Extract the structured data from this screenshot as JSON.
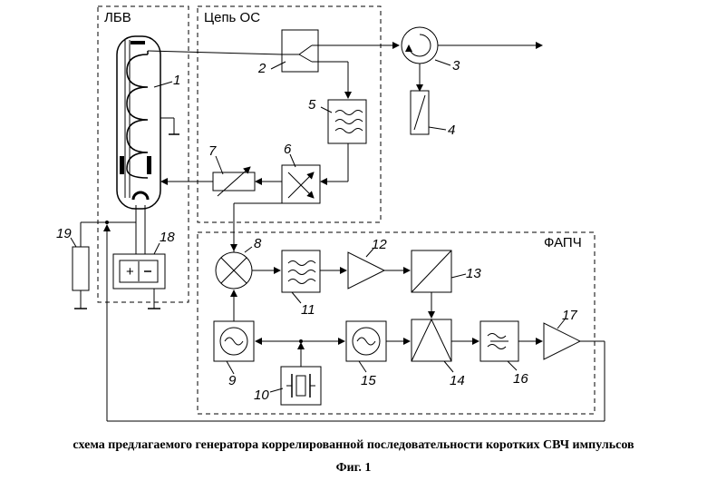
{
  "labels": {
    "lbv": "ЛБВ",
    "feedback": "Цепь ОС",
    "pll": "ФАПЧ"
  },
  "numbers": [
    "1",
    "2",
    "3",
    "4",
    "5",
    "6",
    "7",
    "8",
    "9",
    "10",
    "11",
    "12",
    "13",
    "14",
    "15",
    "16",
    "17",
    "18",
    "19"
  ],
  "caption": "схема предлагаемого генератора коррелированной последовательности коротких СВЧ импульсов",
  "figure": "Фиг. 1"
}
